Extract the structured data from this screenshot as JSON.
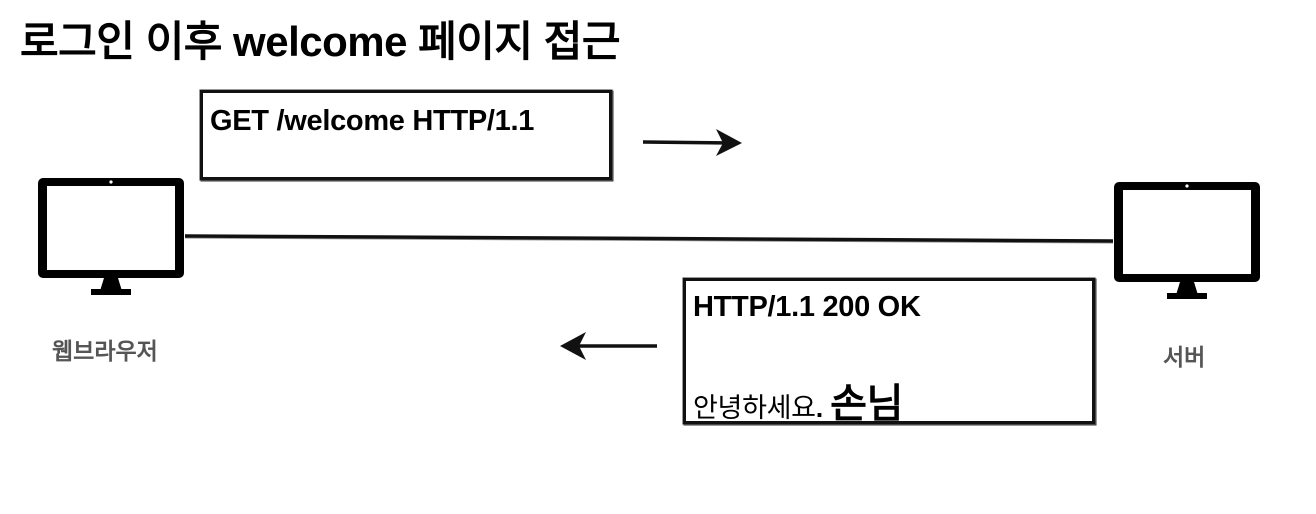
{
  "title": "로그인 이후 welcome 페이지 접근",
  "request": {
    "line": "GET /welcome HTTP/1.1"
  },
  "response": {
    "status_line": "HTTP/1.1 200 OK",
    "greeting": "안녕하세요",
    "period": ".",
    "user": "손님"
  },
  "nodes": {
    "client_label": "웹브라우저",
    "server_label": "서버"
  },
  "icons": {
    "client": "monitor-icon",
    "server": "monitor-icon"
  },
  "colors": {
    "line": "#111111",
    "label": "#555555"
  }
}
